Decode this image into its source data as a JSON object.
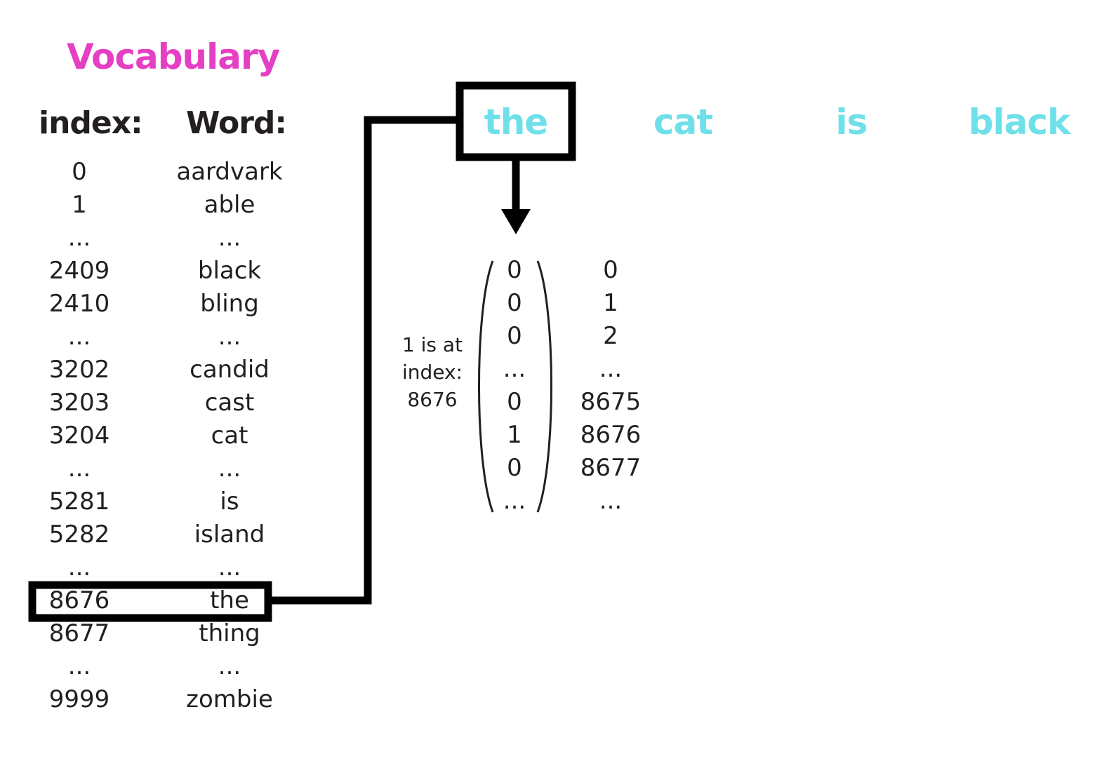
{
  "vocabulary": {
    "title": "Vocabulary",
    "index_header": "index:",
    "word_header": "Word:",
    "rows": [
      {
        "index": "0",
        "word": "aardvark"
      },
      {
        "index": "1",
        "word": "able"
      },
      {
        "index": "...",
        "word": "..."
      },
      {
        "index": "2409",
        "word": "black"
      },
      {
        "index": "2410",
        "word": "bling"
      },
      {
        "index": "...",
        "word": "..."
      },
      {
        "index": "3202",
        "word": "candid"
      },
      {
        "index": "3203",
        "word": "cast"
      },
      {
        "index": "3204",
        "word": "cat"
      },
      {
        "index": "...",
        "word": "..."
      },
      {
        "index": "5281",
        "word": "is"
      },
      {
        "index": "5282",
        "word": "island"
      },
      {
        "index": "...",
        "word": "..."
      },
      {
        "index": "8676",
        "word": "the"
      },
      {
        "index": "8677",
        "word": "thing"
      },
      {
        "index": "...",
        "word": "..."
      },
      {
        "index": "9999",
        "word": "zombie"
      }
    ],
    "highlighted_row": 13
  },
  "sentence": {
    "words": [
      "the",
      "cat",
      "is",
      "black"
    ],
    "highlighted_word": 0
  },
  "one_hot": {
    "note_lines": [
      "1 is at",
      "index:",
      "8676"
    ],
    "values": [
      "0",
      "0",
      "0",
      "...",
      "0",
      "1",
      "0",
      "..."
    ],
    "indices": [
      "0",
      "1",
      "2",
      "...",
      "8675",
      "8676",
      "8677",
      "..."
    ]
  },
  "colors": {
    "title": "#e53fc4",
    "sentence": "#6fe0ea",
    "text": "#231f20",
    "box": "#000000"
  }
}
